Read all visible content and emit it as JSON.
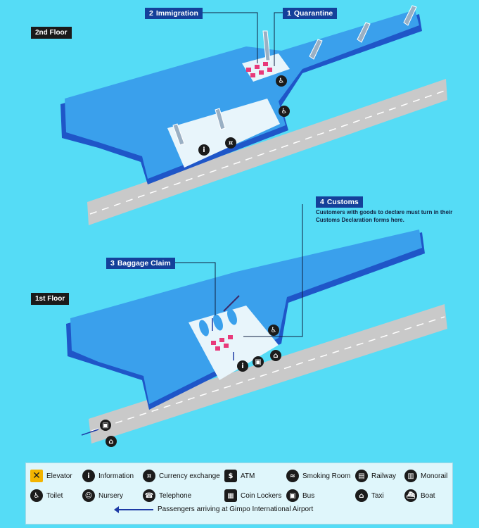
{
  "floors": {
    "second": "2nd Floor",
    "first": "1st Floor"
  },
  "callouts": {
    "immigration": {
      "num": "2",
      "label": "Immigration"
    },
    "quarantine": {
      "num": "1",
      "label": "Quarantine"
    },
    "customs": {
      "num": "4",
      "label": "Customs"
    },
    "baggage": {
      "num": "3",
      "label": "Baggage Claim"
    }
  },
  "customs_note": "Customers with goods to declare must turn in their Customs Declaration forms here.",
  "legend": {
    "elevator": "Elevator",
    "information": "Information",
    "currency": "Currency exchange",
    "atm": "ATM",
    "smoking": "Smoking Room",
    "railway": "Railway",
    "monorail": "Monorail",
    "toilet": "Toilet",
    "nursery": "Nursery",
    "telephone": "Telephone",
    "lockers": "Coin Lockers",
    "bus": "Bus",
    "taxi": "Taxi",
    "boat": "Boat",
    "arrival": "Passengers arriving at Gimpo International Airport"
  },
  "colors": {
    "background": "#55dcf6",
    "terminal": "#3aa0ec",
    "terminal_edge": "#1f56c8",
    "highlight": "#e8f5fb",
    "road": "#cccccc",
    "callout": "#14409a",
    "checkpoint": "#e8397a"
  }
}
